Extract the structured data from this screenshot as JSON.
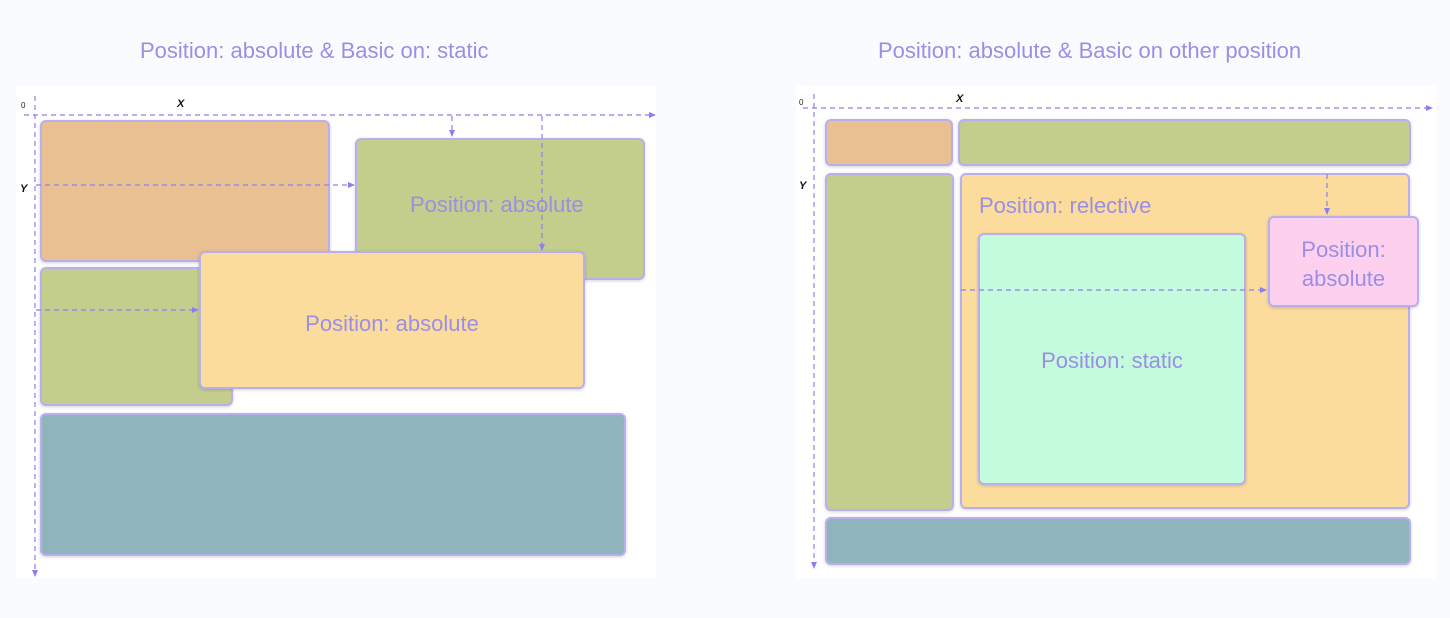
{
  "colors": {
    "title": "#9b8ee6",
    "dashed": "#8a7ff0",
    "border": "#b9aef0",
    "orange": "#e9c091",
    "olive": "#c3ce8c",
    "yellow": "#fbdc9c",
    "teal": "#8fb4bc",
    "mint": "#c4fbdc",
    "pink": "#fdd0ee"
  },
  "left_diagram": {
    "title": "Position: absolute  & Basic on: static",
    "origin": "0",
    "x_axis": "X",
    "y_axis": "Y",
    "absolute_top_label": "Position: absolute",
    "absolute_middle_label": "Position: absolute"
  },
  "right_diagram": {
    "title": "Position: absolute & Basic on other position",
    "origin": "0",
    "x_axis": "X",
    "y_axis": "Y",
    "relative_label": "Position: relective",
    "static_label": "Position: static",
    "absolute_label_line1": "Position:",
    "absolute_label_line2": "absolute"
  }
}
